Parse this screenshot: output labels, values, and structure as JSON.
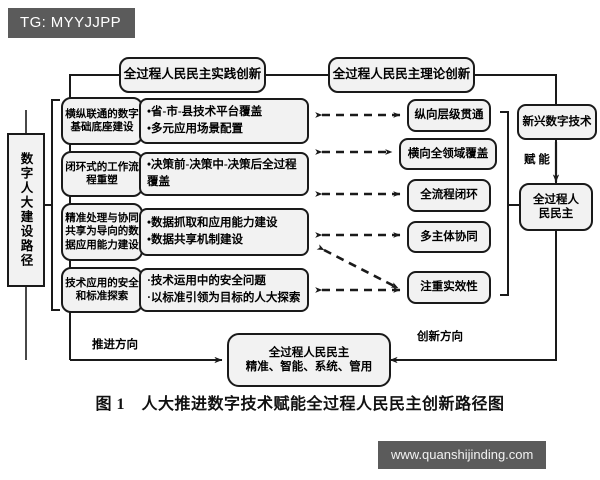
{
  "overlay": {
    "tag_label": "TG: MYYJJPP",
    "watermark": "www.quanshijinding.com"
  },
  "figure": {
    "caption": "图 1　人大推进数字技术赋能全过程人民民主创新路径图"
  },
  "nodes": {
    "top_left": "全过程人民民主实践创新",
    "top_right": "全过程人民民主理论创新",
    "left_spine": "数字人大建设路径",
    "path_items": [
      {
        "title_line1": "横纵联通的数字",
        "title_line2": "基础底座建设",
        "title_line3": ""
      },
      {
        "title_line1": "闭环式的工作流",
        "title_line2": "程重塑",
        "title_line3": ""
      },
      {
        "title_line1": "精准处理与协同",
        "title_line2": "共享为导向的数",
        "title_line3": "据应用能力建设"
      },
      {
        "title_line1": "技术应用的安全",
        "title_line2": "和标准探索",
        "title_line3": ""
      }
    ],
    "detail_items": [
      {
        "b1": "•省-市-县技术平台覆盖",
        "b2": "•多元应用场景配置"
      },
      {
        "b1": "•决策前-决策中-决策后全过程",
        "b2": "覆盖"
      },
      {
        "b1": "•数据抓取和应用能力建设",
        "b2": "•数据共享机制建设"
      },
      {
        "b1": "·技术运用中的安全问题",
        "b2": "·以标准引领为目标的人大探索"
      }
    ],
    "feature_items": [
      "纵向层级贯通",
      "横向全领域覆盖",
      "全流程闭环",
      "多主体协同",
      "注重实效性"
    ],
    "tech_source": "新兴数字技术",
    "empower_label": "赋 能",
    "democracy_right_line1": "全过程人",
    "democracy_right_line2": "民民主",
    "bottom_line1": "全过程人民民主",
    "bottom_line2": "精准、智能、系统、管用"
  },
  "edge_labels": {
    "left_direction": "推进方向",
    "right_direction": "创新方向"
  },
  "colors": {
    "stroke": "#1a1a1a",
    "fill": "#f2f2f2",
    "overlay_bg": "#5b5b5b",
    "overlay_text": "#ffffff",
    "page_bg": "#ffffff"
  }
}
